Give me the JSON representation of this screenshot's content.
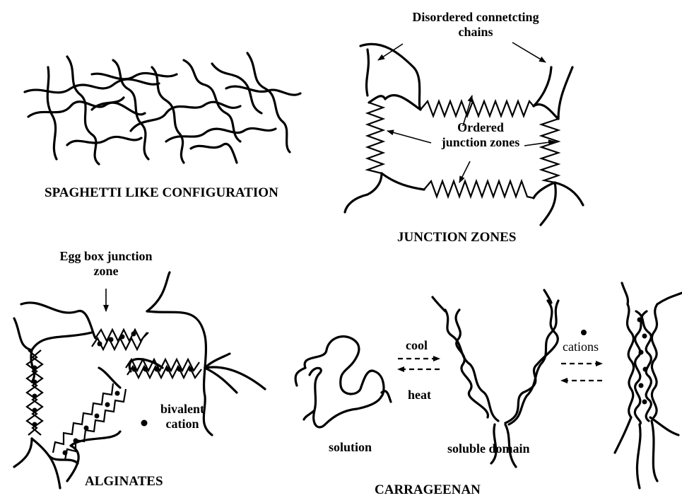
{
  "panels": {
    "spaghetti": {
      "title": "SPAGHETTI LIKE CONFIGURATION"
    },
    "junction": {
      "title": "JUNCTION ZONES",
      "disordered_label_line1": "Disordered connetcting",
      "disordered_label_line2": "chains",
      "ordered_label_line1": "Ordered",
      "ordered_label_line2": "junction zones"
    },
    "alginates": {
      "title": "ALGINATES",
      "eggbox_label_line1": "Egg box junction",
      "eggbox_label_line2": "zone",
      "cation_label_line1": "bivalent",
      "cation_label_line2": "cation"
    },
    "carrageenan": {
      "title": "CARRAGEENAN",
      "solution_label": "solution",
      "soluble_label": "soluble domain",
      "cool_label": "cool",
      "heat_label": "heat",
      "cations_label": "cations"
    }
  }
}
